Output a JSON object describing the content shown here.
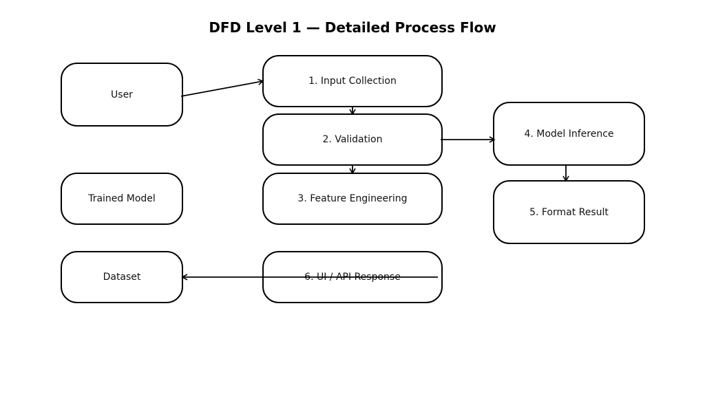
{
  "title": "DFD Level 1 — Detailed Process Flow",
  "nodes": {
    "user": "User",
    "trained_model": "Trained Model",
    "dataset": "Dataset",
    "input_collection": "1. Input Collection",
    "validation": "2. Validation",
    "feature_engineering": "3. Feature Engineering",
    "model_inference": "4. Model Inference",
    "format_result": "5. Format Result",
    "ui_api_response": "6. UI / API Response"
  },
  "edges": [
    {
      "from": "user",
      "to": "input_collection"
    },
    {
      "from": "input_collection",
      "to": "validation"
    },
    {
      "from": "validation",
      "to": "feature_engineering"
    },
    {
      "from": "validation",
      "to": "model_inference"
    },
    {
      "from": "model_inference",
      "to": "format_result"
    },
    {
      "from": "ui_api_response",
      "to": "dataset"
    }
  ],
  "colors": {
    "stroke": "#000000",
    "fill": "#ffffff",
    "text": "#111111"
  }
}
